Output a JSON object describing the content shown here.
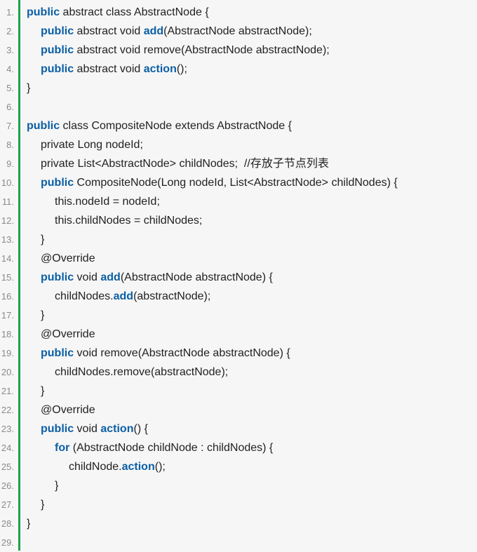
{
  "colors": {
    "background": "#f6f6f6",
    "gutter_bar": "#1aa34a",
    "keyword": "#0b5fa5",
    "text": "#222222",
    "line_number": "#8a8a8a"
  },
  "lines": [
    {
      "n": "1.",
      "indent": 0,
      "tokens": [
        [
          "kw",
          "public"
        ],
        [
          "t",
          " abstract class AbstractNode {"
        ]
      ]
    },
    {
      "n": "2.",
      "indent": 1,
      "tokens": [
        [
          "kw",
          "public"
        ],
        [
          "t",
          " abstract void "
        ],
        [
          "fn",
          "add"
        ],
        [
          "t",
          "(AbstractNode abstractNode);"
        ]
      ]
    },
    {
      "n": "3.",
      "indent": 1,
      "tokens": [
        [
          "kw",
          "public"
        ],
        [
          "t",
          " abstract void remove(AbstractNode abstractNode);"
        ]
      ]
    },
    {
      "n": "4.",
      "indent": 1,
      "tokens": [
        [
          "kw",
          "public"
        ],
        [
          "t",
          " abstract void "
        ],
        [
          "fn",
          "action"
        ],
        [
          "t",
          "();"
        ]
      ]
    },
    {
      "n": "5.",
      "indent": 0,
      "tokens": [
        [
          "t",
          "}"
        ]
      ]
    },
    {
      "n": "6.",
      "indent": 0,
      "tokens": []
    },
    {
      "n": "7.",
      "indent": 0,
      "tokens": [
        [
          "kw",
          "public"
        ],
        [
          "t",
          " class CompositeNode extends AbstractNode {"
        ]
      ]
    },
    {
      "n": "8.",
      "indent": 1,
      "tokens": [
        [
          "t",
          "private Long nodeId;"
        ]
      ]
    },
    {
      "n": "9.",
      "indent": 1,
      "tokens": [
        [
          "t",
          "private List<AbstractNode> childNodes;  //存放子节点列表"
        ]
      ]
    },
    {
      "n": "10.",
      "indent": 1,
      "tokens": [
        [
          "kw",
          "public"
        ],
        [
          "t",
          " CompositeNode(Long nodeId, List<AbstractNode> childNodes) {"
        ]
      ]
    },
    {
      "n": "11.",
      "indent": 2,
      "tokens": [
        [
          "t",
          "this.nodeId = nodeId;"
        ]
      ]
    },
    {
      "n": "12.",
      "indent": 2,
      "tokens": [
        [
          "t",
          "this.childNodes = childNodes;"
        ]
      ]
    },
    {
      "n": "13.",
      "indent": 1,
      "tokens": [
        [
          "t",
          "}"
        ]
      ]
    },
    {
      "n": "14.",
      "indent": 1,
      "tokens": [
        [
          "t",
          "@Override"
        ]
      ]
    },
    {
      "n": "15.",
      "indent": 1,
      "tokens": [
        [
          "kw",
          "public"
        ],
        [
          "t",
          " void "
        ],
        [
          "fn",
          "add"
        ],
        [
          "t",
          "(AbstractNode abstractNode) {"
        ]
      ]
    },
    {
      "n": "16.",
      "indent": 2,
      "tokens": [
        [
          "t",
          "childNodes."
        ],
        [
          "fn",
          "add"
        ],
        [
          "t",
          "(abstractNode);"
        ]
      ]
    },
    {
      "n": "17.",
      "indent": 1,
      "tokens": [
        [
          "t",
          "}"
        ]
      ]
    },
    {
      "n": "18.",
      "indent": 1,
      "tokens": [
        [
          "t",
          "@Override"
        ]
      ]
    },
    {
      "n": "19.",
      "indent": 1,
      "tokens": [
        [
          "kw",
          "public"
        ],
        [
          "t",
          " void remove(AbstractNode abstractNode) {"
        ]
      ]
    },
    {
      "n": "20.",
      "indent": 2,
      "tokens": [
        [
          "t",
          "childNodes.remove(abstractNode);"
        ]
      ]
    },
    {
      "n": "21.",
      "indent": 1,
      "tokens": [
        [
          "t",
          "}"
        ]
      ]
    },
    {
      "n": "22.",
      "indent": 1,
      "tokens": [
        [
          "t",
          "@Override"
        ]
      ]
    },
    {
      "n": "23.",
      "indent": 1,
      "tokens": [
        [
          "kw",
          "public"
        ],
        [
          "t",
          " void "
        ],
        [
          "fn",
          "action"
        ],
        [
          "t",
          "() {"
        ]
      ]
    },
    {
      "n": "24.",
      "indent": 2,
      "tokens": [
        [
          "kw",
          "for"
        ],
        [
          "t",
          " (AbstractNode childNode : childNodes) {"
        ]
      ]
    },
    {
      "n": "25.",
      "indent": 3,
      "tokens": [
        [
          "t",
          "childNode."
        ],
        [
          "fn",
          "action"
        ],
        [
          "t",
          "();"
        ]
      ]
    },
    {
      "n": "26.",
      "indent": 2,
      "tokens": [
        [
          "t",
          "}"
        ]
      ]
    },
    {
      "n": "27.",
      "indent": 1,
      "tokens": [
        [
          "t",
          "}"
        ]
      ]
    },
    {
      "n": "28.",
      "indent": 0,
      "tokens": [
        [
          "t",
          "}"
        ]
      ]
    },
    {
      "n": "29.",
      "indent": 0,
      "tokens": []
    }
  ]
}
